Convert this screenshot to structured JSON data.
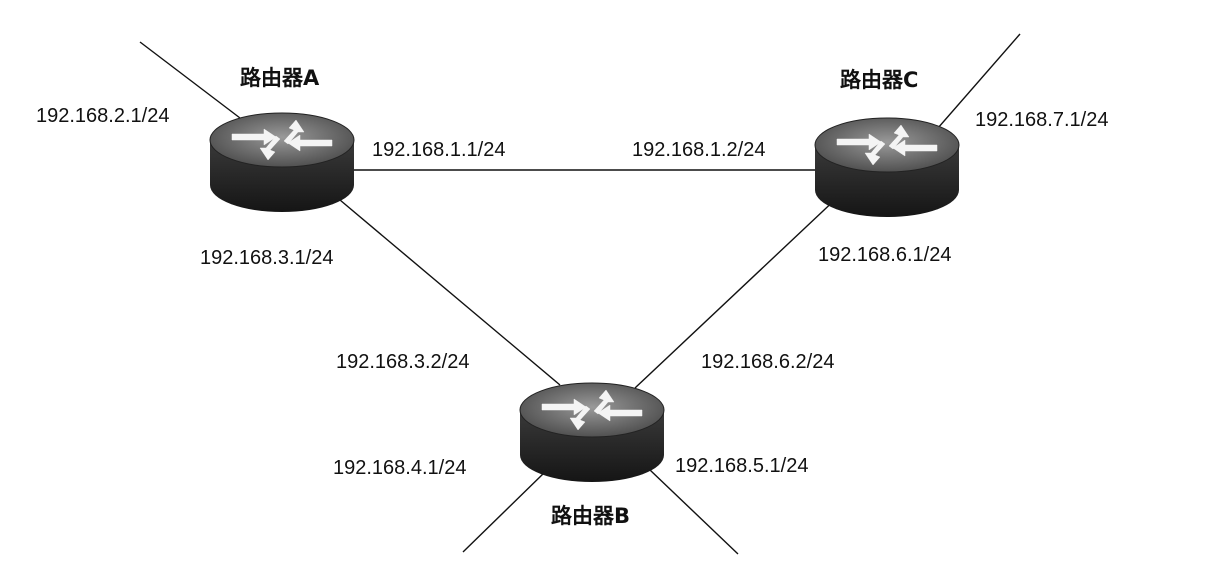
{
  "routers": {
    "a": {
      "name": "路由器A"
    },
    "b": {
      "name": "路由器B"
    },
    "c": {
      "name": "路由器C"
    }
  },
  "interfaces": {
    "a_lan": "192.168.2.1/24",
    "a_to_c": "192.168.1.1/24",
    "c_to_a": "192.168.1.2/24",
    "c_lan": "192.168.7.1/24",
    "a_to_b": "192.168.3.1/24",
    "c_to_b": "192.168.6.1/24",
    "b_to_a": "192.168.3.2/24",
    "b_to_c": "192.168.6.2/24",
    "b_lan1": "192.168.4.1/24",
    "b_lan2": "192.168.5.1/24"
  }
}
